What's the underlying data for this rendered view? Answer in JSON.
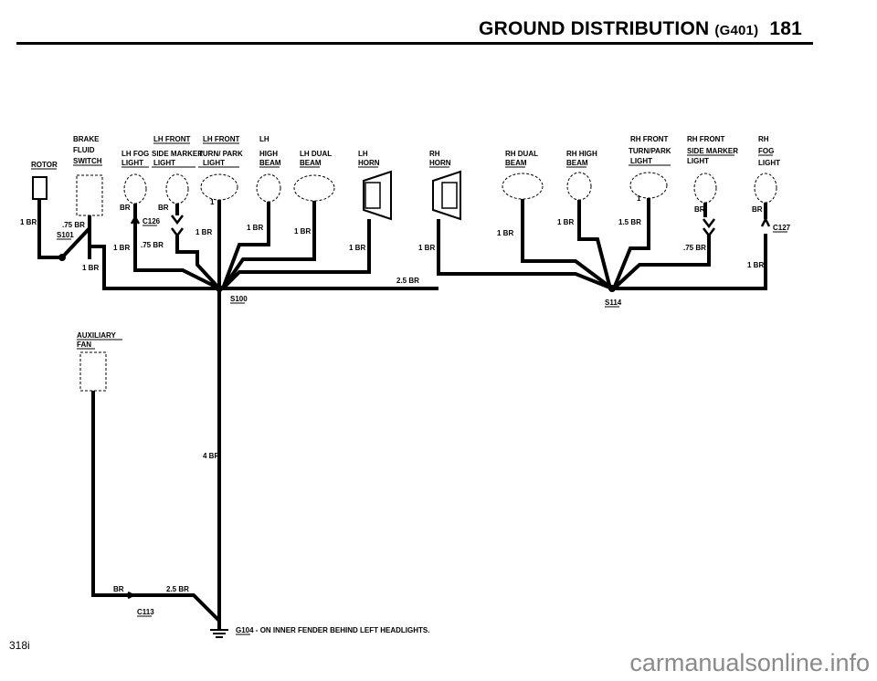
{
  "header": {
    "title_main": "GROUND DISTRIBUTION",
    "title_code": "(G401)",
    "page_number": "181"
  },
  "footer": {
    "page_ref": "318i",
    "watermark": "carmanualsonline.info"
  },
  "components": {
    "rotor": "ROTOR",
    "brake_1": "BRAKE",
    "brake_2": "FLUID",
    "brake_3": "SWITCH",
    "lhfog_1": "LH FOG",
    "lhfog_2": "LIGHT",
    "lhsm_1": "LH FRONT",
    "lhsm_2": "SIDE MARKER",
    "lhsm_3": "LIGHT",
    "lhtp_1": "LH FRONT",
    "lhtp_2": "TURN/ PARK",
    "lhtp_3": "LIGHT",
    "lhhb_1": "LH",
    "lhhb_2": "HIGH",
    "lhhb_3": "BEAM",
    "lhdb_1": "LH DUAL",
    "lhdb_2": "BEAM",
    "lhhorn_1": "LH",
    "lhhorn_2": "HORN",
    "rhhorn_1": "RH",
    "rhhorn_2": "HORN",
    "rhdb_1": "RH DUAL",
    "rhdb_2": "BEAM",
    "rhhb_1": "RH HIGH",
    "rhhb_2": "BEAM",
    "rhtp_1": "RH FRONT",
    "rhtp_2": "TURN/PARK",
    "rhtp_3": "LIGHT",
    "rhsm_1": "RH FRONT",
    "rhsm_2": "SIDE MARKER",
    "rhsm_3": "LIGHT",
    "rhfog_1": "RH",
    "rhfog_2": "FOG",
    "rhfog_3": "LIGHT",
    "aux_1": "AUXILIARY",
    "aux_2": "FAN"
  },
  "splices": {
    "s101": "S101",
    "s100": "S100",
    "s114": "S114",
    "c126": "C126",
    "c127": "C127",
    "c113": "C113"
  },
  "ground_note": {
    "id": "G104",
    "text": " - ON INNER FENDER BEHIND LEFT HEADLIGHTS."
  },
  "wires": {
    "rotor_1br": "1 BR",
    "brake_75br": ".75 BR",
    "s101_1br": "1 BR",
    "lhfog_br": "BR",
    "lhsm_br": "BR",
    "c126_75br": ".75 BR",
    "c126_1br": "1 BR",
    "lhtp_1": "1",
    "lhtp_1br": "1 BR",
    "lhhb_1br": "1 BR",
    "lhdb_1br": "1 BR",
    "lhhorn_1br": "1 BR",
    "s100_25br": "2.5 BR",
    "rhhorn_1br": "1 BR",
    "rhdb_1br": "1 BR",
    "rhhb_1br": "1 BR",
    "rhtp_1": "1",
    "rhtp_15br": "1.5 BR",
    "rhsm_br": "BR",
    "rhsm_75br": ".75 BR",
    "rhfog_br": "BR",
    "rhfog_1br": "1 BR",
    "trunk_4br": "4 BR",
    "g_br": "BR",
    "g_25br": "2.5 BR"
  }
}
